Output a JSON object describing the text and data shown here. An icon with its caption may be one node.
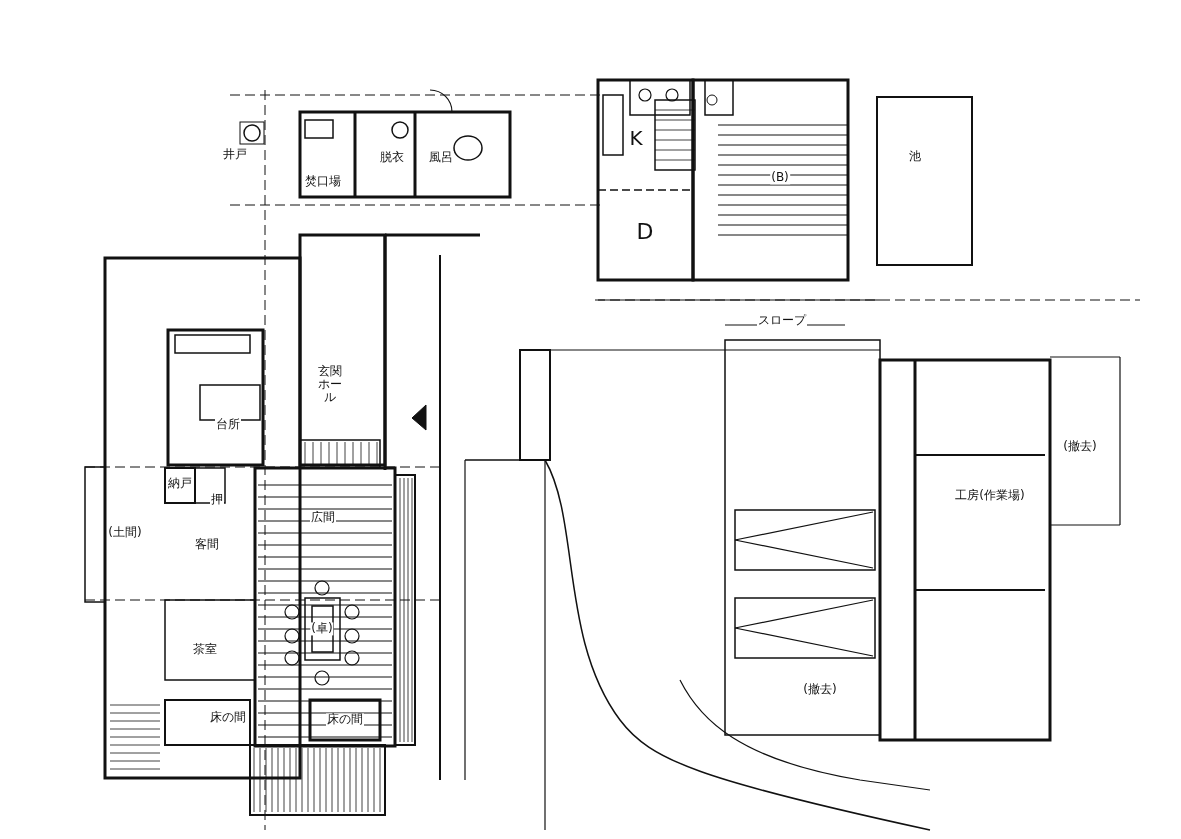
{
  "diagram": {
    "labels": [
      "井戸",
      "焚口場",
      "脱衣",
      "風呂",
      "K",
      "D",
      "(B)",
      "池",
      "スロープ",
      "玄関ホール",
      "台所",
      "納戸",
      "押",
      "(土間)",
      "客間",
      "広間",
      "(卓)",
      "茶室",
      "床の間",
      "床の間",
      "工房(作業場)",
      "(撤去)",
      "(撤去)"
    ]
  }
}
